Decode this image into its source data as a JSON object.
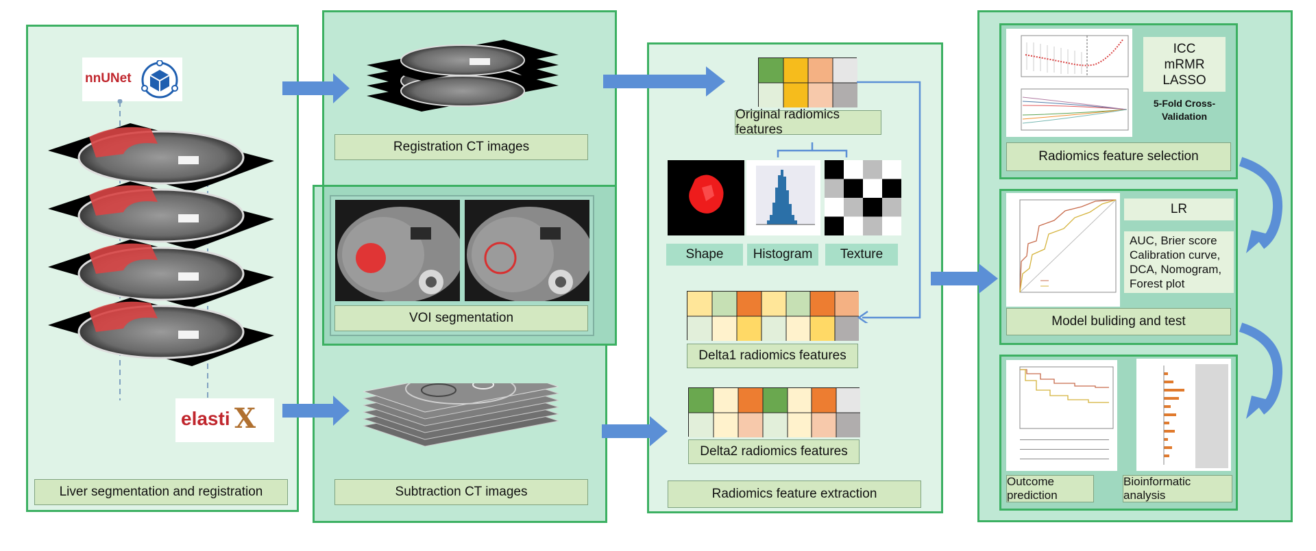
{
  "liver_panel": {
    "caption": "Liver segmentation and registration",
    "nnunet_logo": "nnUNet",
    "elastix_logo_prefix": "elasti",
    "elastix_logo_x": "X"
  },
  "registration": {
    "caption": "Registration CT images"
  },
  "voi": {
    "caption": "VOI segmentation"
  },
  "subtraction": {
    "caption": "Subtraction  CT images"
  },
  "extraction": {
    "caption": "Radiomics feature extraction",
    "original": "Original radiomics features",
    "types": [
      "Shape",
      "Histogram",
      "Texture"
    ],
    "delta1": "Delta1 radiomics features",
    "delta2": "Delta2 radiomics features"
  },
  "selection": {
    "caption": "Radiomics feature selection",
    "methods": [
      "ICC",
      "mRMR",
      "LASSO"
    ],
    "cv": "5-Fold Cross-Validation"
  },
  "model": {
    "caption": "Model buliding and test",
    "lr": "LR",
    "metrics": [
      "AUC, Brier score",
      "Calibration curve,",
      "DCA, Nomogram,",
      "Forest plot"
    ]
  },
  "outcome": {
    "caption": "Outcome prediction"
  },
  "bioinfo": {
    "caption": "Bioinformatic analysis"
  },
  "colors": {
    "panel_border": "#3cb062",
    "panel_light": "#dff3e7",
    "panel_mid": "#bfe8d4",
    "arrow": "#5b8fd6",
    "label_bg": "#d3e8c1"
  }
}
